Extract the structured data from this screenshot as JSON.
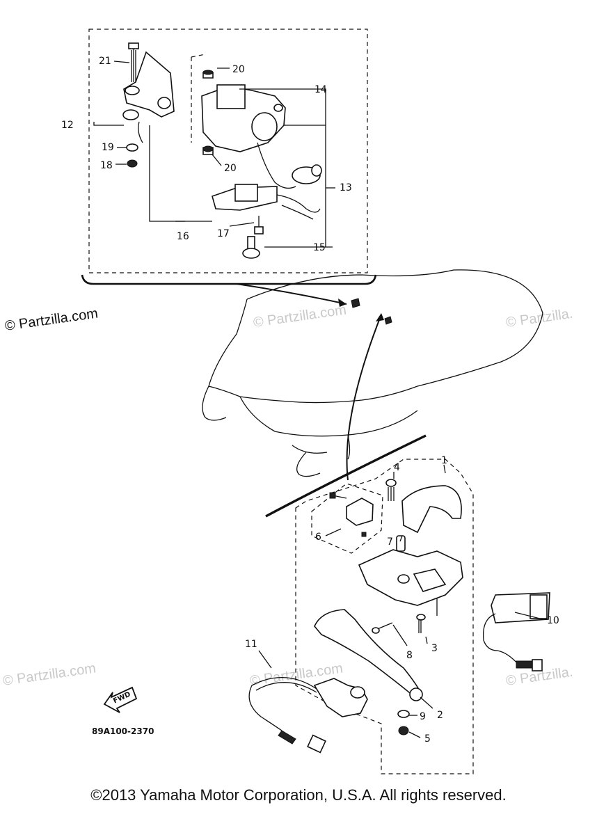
{
  "watermarks": {
    "primary": "© Partzilla.com",
    "secondary": "© Partzilla.com",
    "right_edge": "© Partzilla."
  },
  "diagram_code": "89A100-2370",
  "fwd_label": "FWD",
  "callouts": {
    "p1": "1",
    "p2": "2",
    "p3": "3",
    "p4": "4",
    "p5": "5",
    "p6": "6",
    "p7": "7",
    "p8": "8",
    "p9": "9",
    "p10": "10",
    "p11": "11",
    "p12": "12",
    "p13": "13",
    "p14": "14",
    "p15": "15",
    "p16": "16",
    "p17": "17",
    "p18": "18",
    "p19": "19",
    "p20a": "20",
    "p20b": "20",
    "p21": "21"
  },
  "copyright": "©2013  Yamaha Motor Corporation, U.S.A. All rights reserved."
}
